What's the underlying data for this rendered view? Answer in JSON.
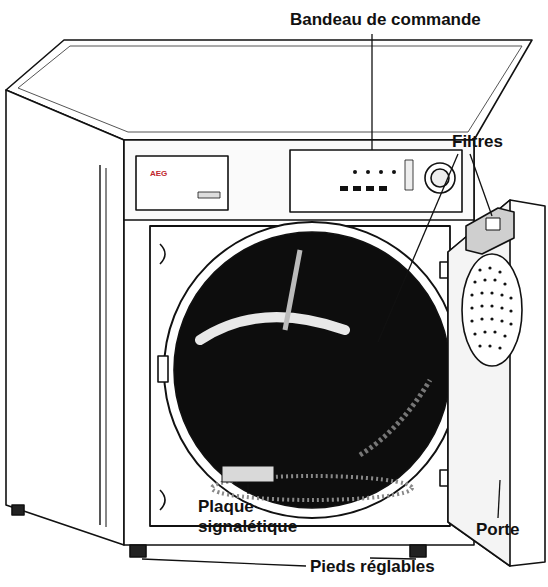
{
  "diagram": {
    "labels": [
      "Bandeau de commande",
      "Filtres",
      "Plaque signalétique",
      "Porte",
      "Pieds réglables"
    ]
  }
}
